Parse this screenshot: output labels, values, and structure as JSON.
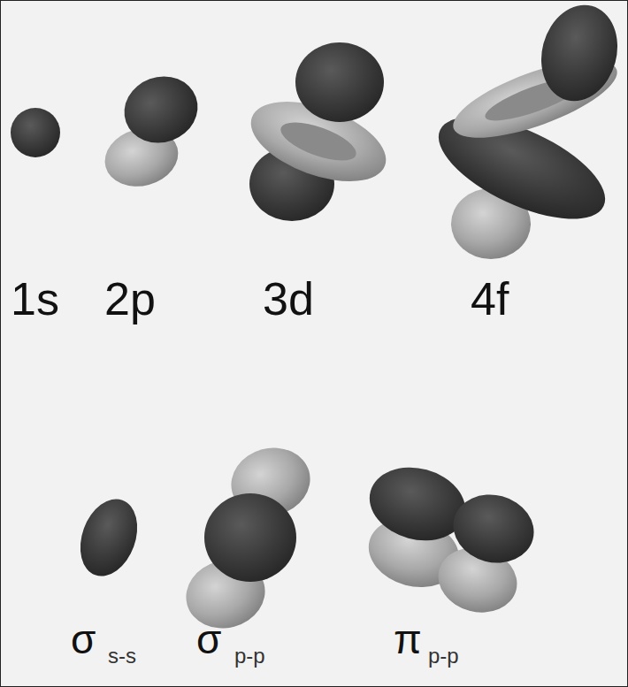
{
  "diagram": {
    "labels": [
      "1s",
      "2p",
      "3d",
      "4f",
      "σ",
      "s-s",
      "σ",
      "p-p",
      "π",
      "p-p"
    ]
  }
}
